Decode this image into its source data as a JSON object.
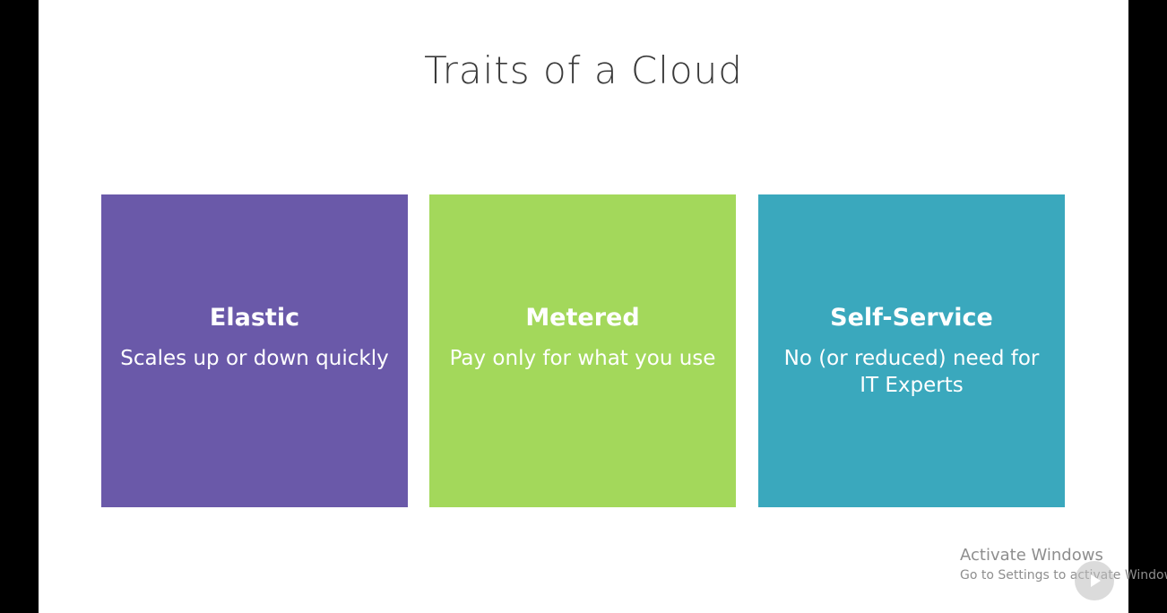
{
  "slide": {
    "title": "Traits of a Cloud",
    "cards": [
      {
        "heading": "Elastic",
        "description": "Scales up or down quickly",
        "color": "#6a59a9"
      },
      {
        "heading": "Metered",
        "description": "Pay only for what you use",
        "color": "#a3d85b"
      },
      {
        "heading": "Self-Service",
        "description": "No (or reduced) need for IT Experts",
        "color": "#3aa8bd"
      }
    ]
  },
  "watermark": {
    "title": "Activate Windows",
    "subtitle": "Go to Settings to activate Windows."
  },
  "player": {
    "play_icon": "play-icon"
  },
  "colors": {
    "background": "#000000",
    "slide": "#ffffff",
    "title_text": "#3a3a3a",
    "watermark_text": "#8e8e8e"
  }
}
